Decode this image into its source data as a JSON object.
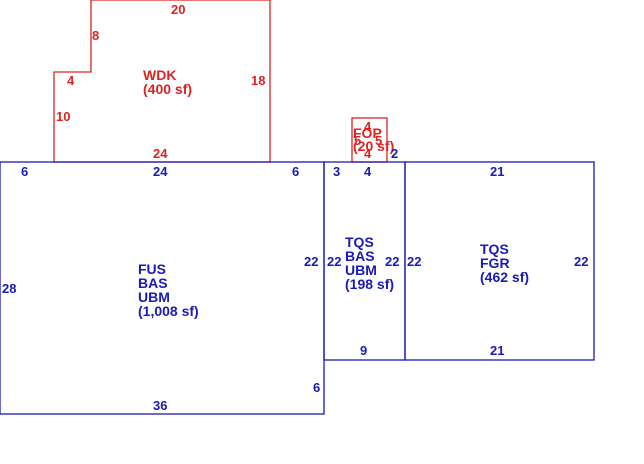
{
  "colors": {
    "deck": "#dd2222",
    "house": "#1a1ab8",
    "background": "#ffffff"
  },
  "areas": {
    "wdk": {
      "lines": [
        "WDK",
        "(400 sf)"
      ]
    },
    "fop": {
      "lines": [
        "FOP",
        "(20 sf)"
      ]
    },
    "fus": {
      "lines": [
        "FUS",
        "BAS",
        "UBM",
        "(1,008 sf)"
      ]
    },
    "tqs_bas": {
      "lines": [
        "TQS",
        "BAS",
        "UBM",
        "(198 sf)"
      ]
    },
    "tqs_fgr": {
      "lines": [
        "TQS",
        "FGR",
        "(462 sf)"
      ]
    }
  },
  "dimensions": {
    "wdk": {
      "top": "20",
      "left_upper": "8",
      "step": "4",
      "left_lower": "10",
      "right": "18",
      "bottom": "24"
    },
    "fop": {
      "top": "4",
      "left": "5",
      "right": "5",
      "bottom": "4",
      "corner": "2"
    },
    "fus": {
      "top_left": "6",
      "top_mid": "24",
      "top_right": "6",
      "left": "28",
      "right": "22",
      "bottom": "36",
      "bottom_right": "6"
    },
    "tqs_bas": {
      "top_left": "3",
      "top": "4",
      "left": "22",
      "right": "22",
      "bottom": "9"
    },
    "tqs_fgr": {
      "top": "21",
      "left": "22",
      "right": "22",
      "bottom": "21"
    }
  }
}
